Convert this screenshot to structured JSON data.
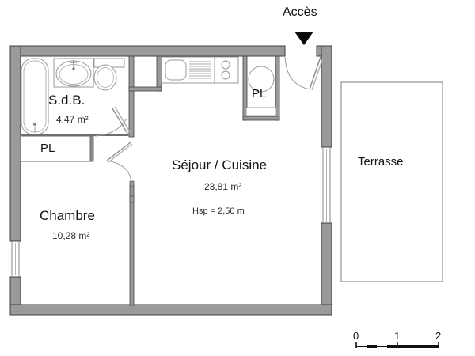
{
  "plan": {
    "access_label": "Accès",
    "rooms": [
      {
        "key": "sdb",
        "name": "S.d.B.",
        "area": "4,47 m²",
        "hsp": ""
      },
      {
        "key": "chambre",
        "name": "Chambre",
        "area": "10,28 m²",
        "hsp": ""
      },
      {
        "key": "sejour",
        "name": "Séjour / Cuisine",
        "area": "23,81 m²",
        "hsp": "Hsp = 2,50 m"
      },
      {
        "key": "terrasse",
        "name": "Terrasse",
        "area": "",
        "hsp": ""
      }
    ],
    "closets": [
      {
        "key": "pl-chambre",
        "label": "PL"
      },
      {
        "key": "pl-entree",
        "label": "PL"
      }
    ],
    "scale": {
      "ticks": [
        "0",
        "1",
        "2"
      ],
      "unit": "m"
    },
    "colors": {
      "wall_fill": "#9a9a9a",
      "wall_stroke": "#4d4d4d",
      "thin_line": "#6e6e6e",
      "fixture_line": "#9a9a9a",
      "text": "#141414",
      "background": "#ffffff"
    }
  }
}
